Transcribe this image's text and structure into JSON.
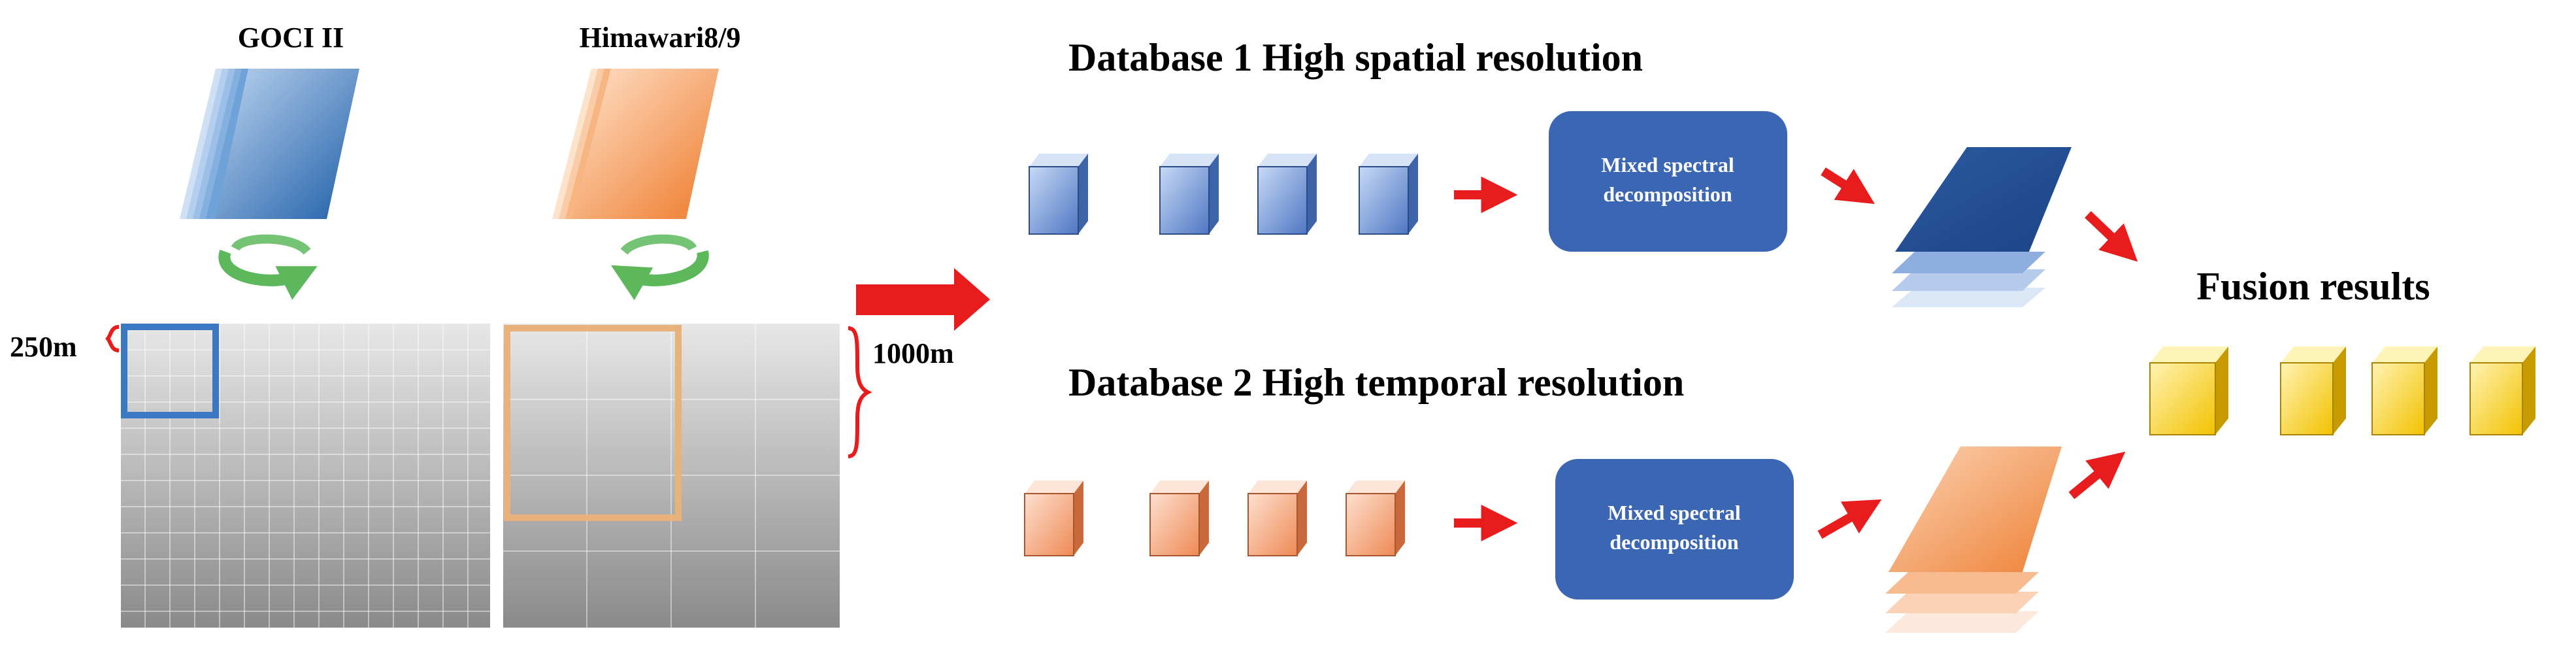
{
  "satellites": {
    "goci": {
      "name": "GOCI II",
      "color": "#3a7bc8"
    },
    "himawari": {
      "name": "Himawari8/9",
      "color": "#ef8a3e"
    }
  },
  "grids": {
    "fine_resolution": "250m",
    "coarse_resolution": "1000m"
  },
  "database1": {
    "title": "Database 1 High spatial resolution",
    "process_label_line1": "Mixed spectral",
    "process_label_line2": "decomposition",
    "cube_color": "#4f77c4"
  },
  "database2": {
    "title": "Database 2 High temporal resolution",
    "process_label_line1": "Mixed spectral",
    "process_label_line2": "decomposition",
    "cube_color": "#ee8a55"
  },
  "fusion": {
    "title": "Fusion results",
    "cube_color": "#f2c200"
  },
  "colors": {
    "arrow_red": "#e81c1c",
    "rotate_green": "#5db85c",
    "process_box": "#3a66b4",
    "fine_frame": "#3b78c4",
    "coarse_frame": "#e8b27a"
  }
}
